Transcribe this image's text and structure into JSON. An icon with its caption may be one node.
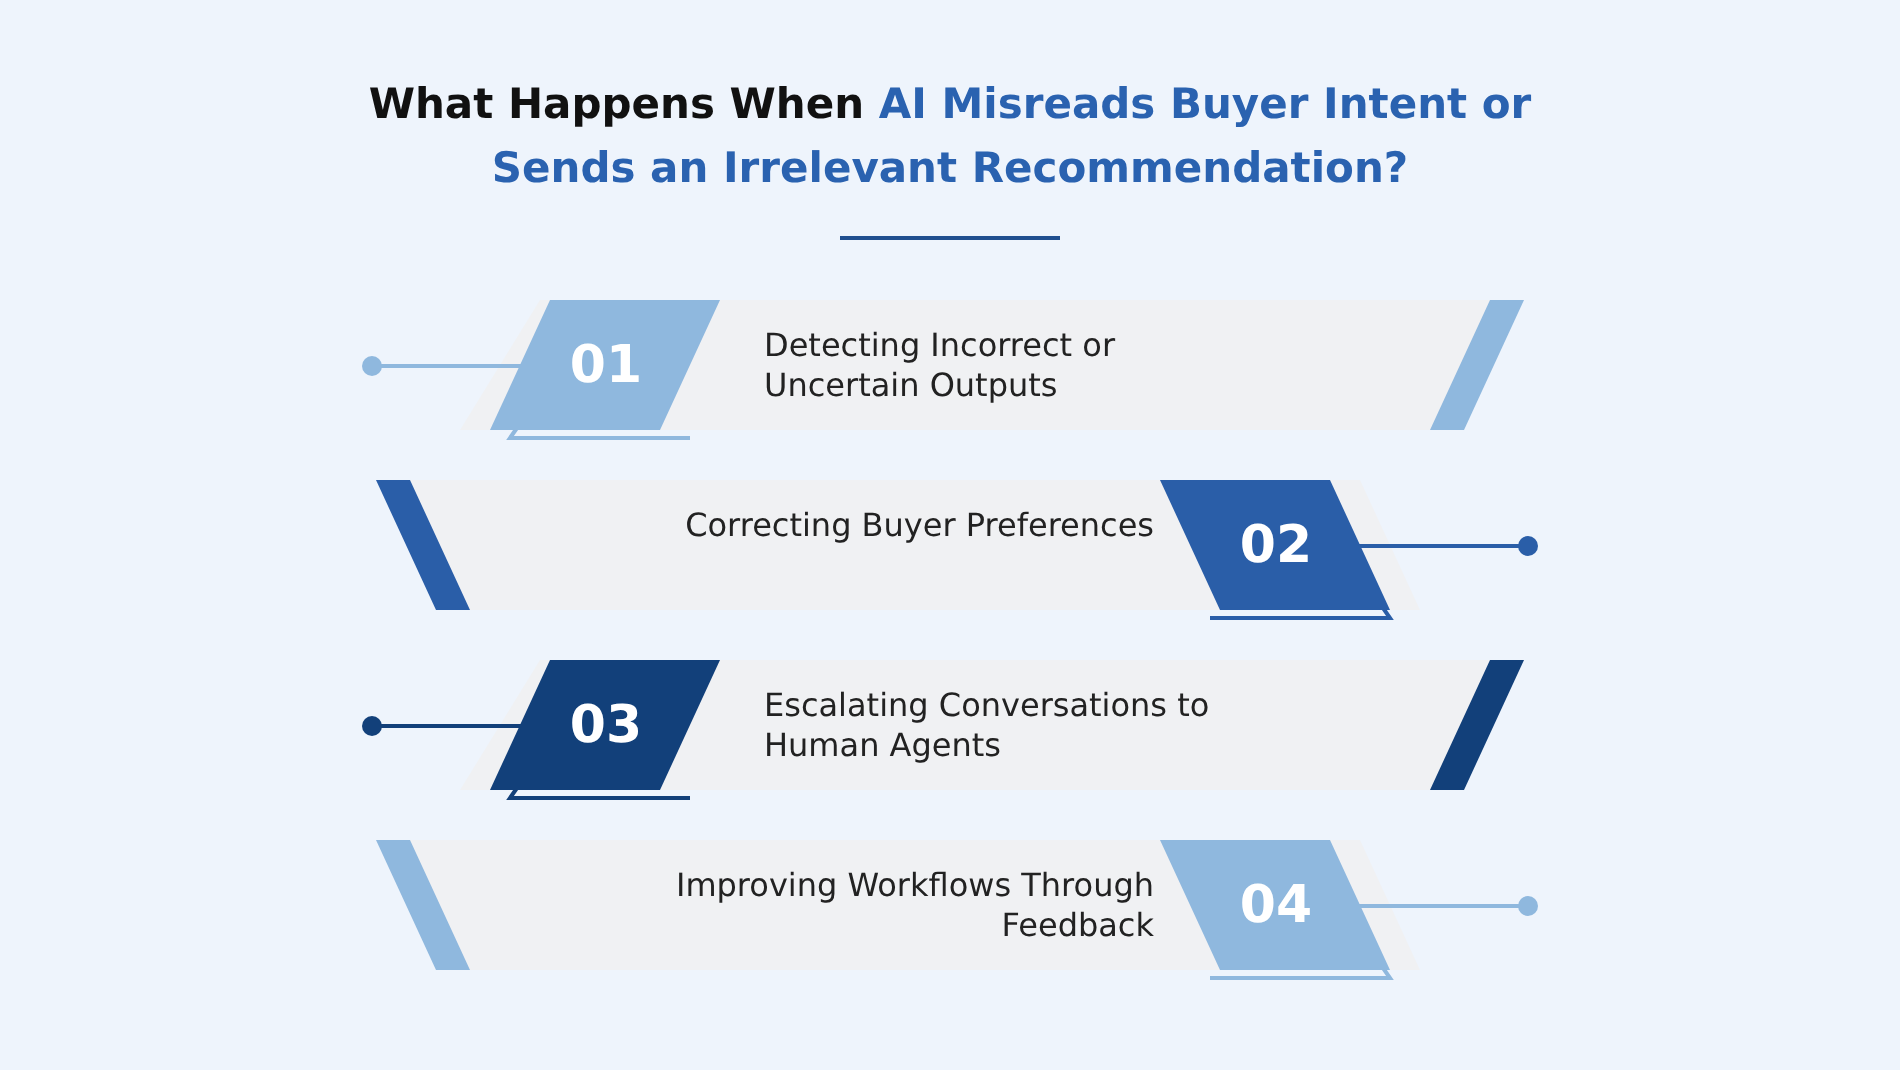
{
  "diagram": {
    "title": "What Happens When **AI Misreads Buyer Intent or Sends an Irrelevant Recommendation?**",
    "nodes": [
      {
        "text": [
          "01",
          "Detecting Incorrect or Uncertain Outputs"
        ]
      },
      {
        "text": [
          "Correcting Buyer Preferences",
          "02"
        ]
      },
      {
        "text": [
          "03",
          "Escalating Conversations to Human Agents"
        ]
      },
      {
        "text": [
          "Improving Workflows Through Feedback",
          "04"
        ]
      }
    ]
  }
}
